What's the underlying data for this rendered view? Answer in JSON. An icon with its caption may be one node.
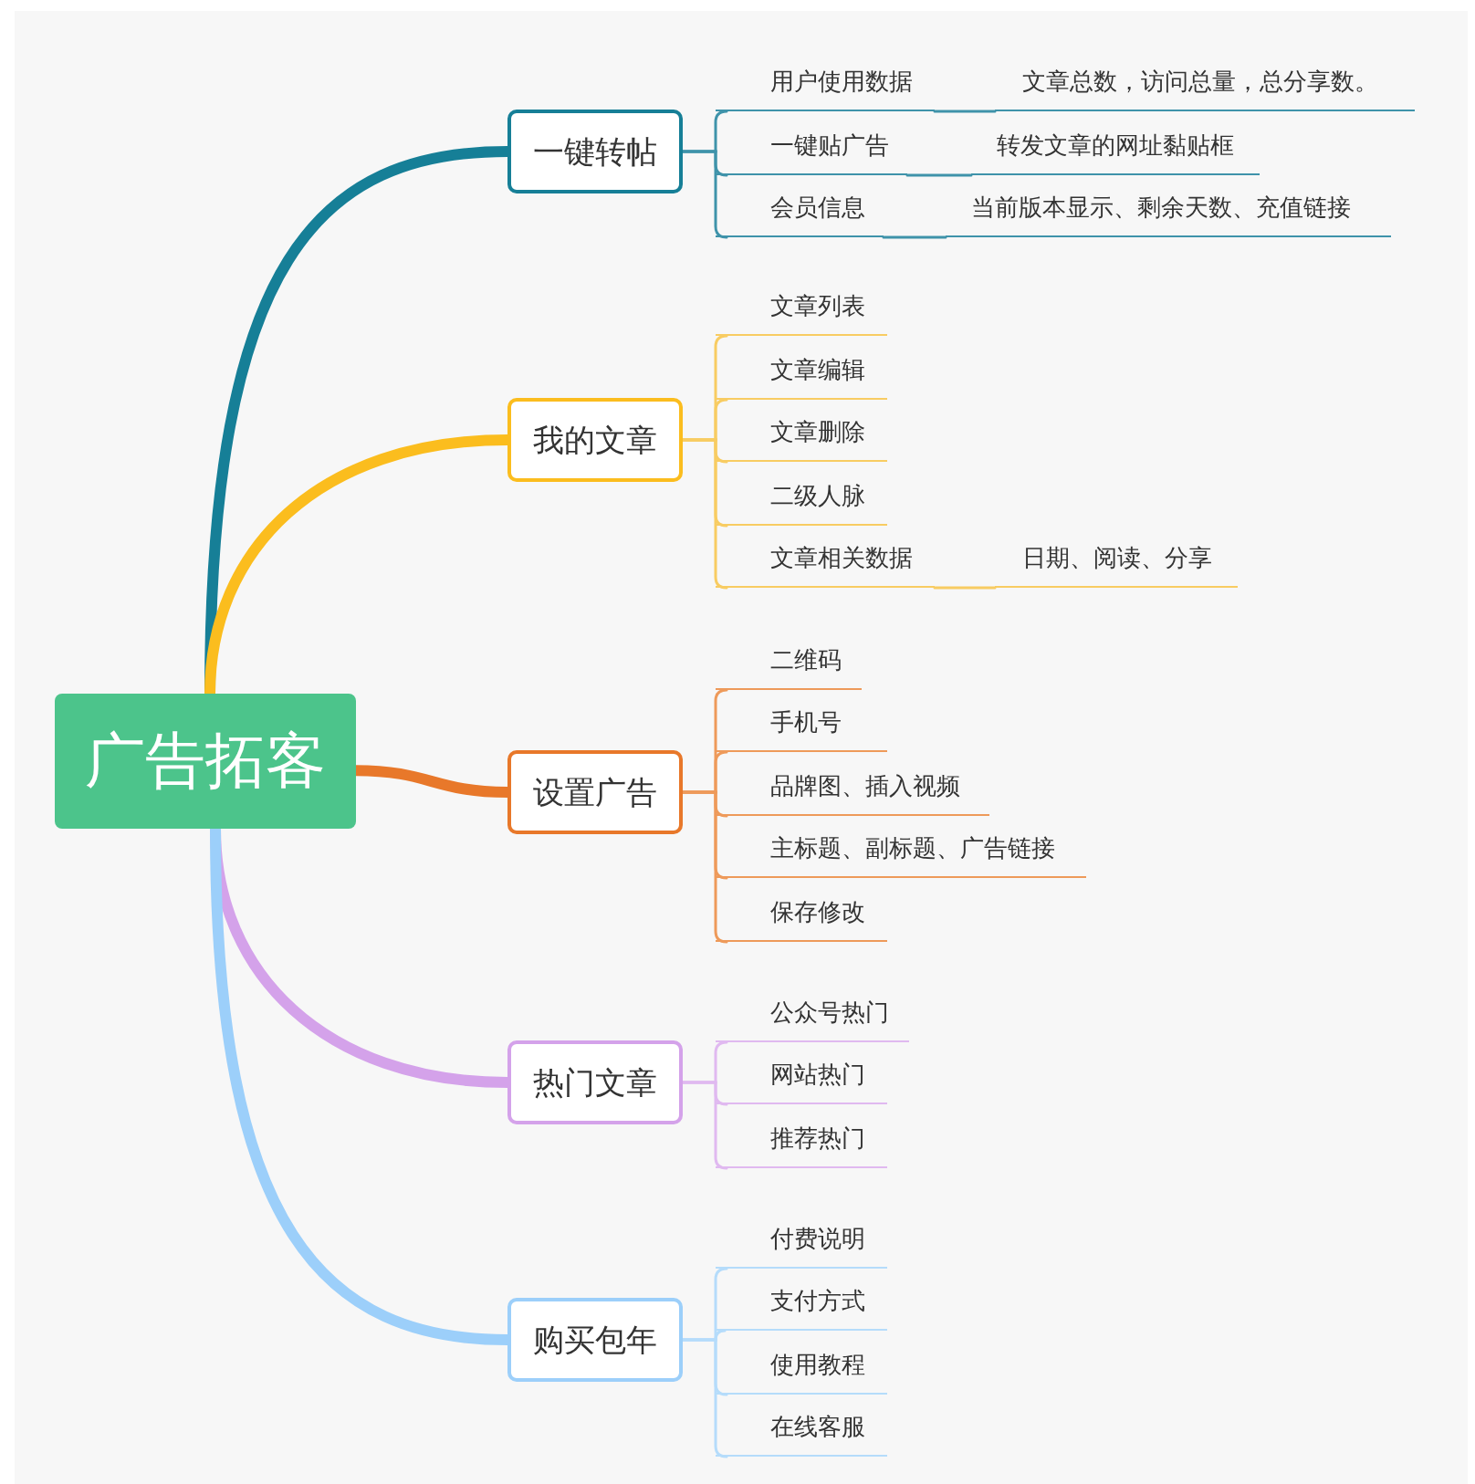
{
  "diagram": {
    "nodes": [
      {
        "text": [
          "广告拓客"
        ]
      },
      {
        "text": [
          "一键转帖"
        ]
      },
      {
        "text": [
          "用户使用数据"
        ]
      },
      {
        "text": [
          "文章总数，访问总量，总分享数。"
        ]
      },
      {
        "text": [
          "一键贴广告"
        ]
      },
      {
        "text": [
          "转发文章的网址黏贴框"
        ]
      },
      {
        "text": [
          "会员信息"
        ]
      },
      {
        "text": [
          "当前版本显示、剩余天数、充值链接"
        ]
      },
      {
        "text": [
          "我的文章"
        ]
      },
      {
        "text": [
          "文章列表"
        ]
      },
      {
        "text": [
          "文章编辑"
        ]
      },
      {
        "text": [
          "文章删除"
        ]
      },
      {
        "text": [
          "二级人脉"
        ]
      },
      {
        "text": [
          "文章相关数据"
        ]
      },
      {
        "text": [
          "日期、阅读、分享"
        ]
      },
      {
        "text": [
          "设置广告"
        ]
      },
      {
        "text": [
          "二维码"
        ]
      },
      {
        "text": [
          "手机号"
        ]
      },
      {
        "text": [
          "品牌图、插入视频"
        ]
      },
      {
        "text": [
          "主标题、副标题、广告链接"
        ]
      },
      {
        "text": [
          "保存修改"
        ]
      },
      {
        "text": [
          "热门文章"
        ]
      },
      {
        "text": [
          "公众号热门"
        ]
      },
      {
        "text": [
          "网站热门"
        ]
      },
      {
        "text": [
          "推荐热门"
        ]
      },
      {
        "text": [
          "购买包年"
        ]
      },
      {
        "text": [
          "付费说明"
        ]
      },
      {
        "text": [
          "支付方式"
        ]
      },
      {
        "text": [
          "使用教程"
        ]
      },
      {
        "text": [
          "在线客服"
        ]
      }
    ],
    "edges": [
      {
        "from": 0,
        "to": 1,
        "arrow": "none",
        "style": "thick",
        "color": "#167f97"
      },
      {
        "from": 0,
        "to": 8,
        "arrow": "none",
        "style": "thick",
        "color": "#fbbd1e"
      },
      {
        "from": 0,
        "to": 15,
        "arrow": "none",
        "style": "thick",
        "color": "#e8782a"
      },
      {
        "from": 0,
        "to": 21,
        "arrow": "none",
        "style": "thick",
        "color": "#d4a2ea"
      },
      {
        "from": 0,
        "to": 25,
        "arrow": "none",
        "style": "thick",
        "color": "#9ccffa"
      },
      {
        "from": 1,
        "to": 2,
        "arrow": "none",
        "color": "#3f93aa"
      },
      {
        "from": 2,
        "to": 3,
        "arrow": "none",
        "color": "#3f93aa"
      },
      {
        "from": 1,
        "to": 4,
        "arrow": "none",
        "color": "#3f93aa"
      },
      {
        "from": 4,
        "to": 5,
        "arrow": "none",
        "color": "#3f93aa"
      },
      {
        "from": 1,
        "to": 6,
        "arrow": "none",
        "color": "#3f93aa"
      },
      {
        "from": 6,
        "to": 7,
        "arrow": "none",
        "color": "#3f93aa"
      },
      {
        "from": 8,
        "to": 9,
        "arrow": "none",
        "color": "#f8cc62"
      },
      {
        "from": 8,
        "to": 10,
        "arrow": "none",
        "color": "#f8cc62"
      },
      {
        "from": 8,
        "to": 11,
        "arrow": "none",
        "color": "#f8cc62"
      },
      {
        "from": 8,
        "to": 12,
        "arrow": "none",
        "color": "#f8cc62"
      },
      {
        "from": 8,
        "to": 13,
        "arrow": "none",
        "color": "#f8cc62"
      },
      {
        "from": 13,
        "to": 14,
        "arrow": "none",
        "color": "#f8cc62"
      },
      {
        "from": 15,
        "to": 16,
        "arrow": "none",
        "color": "#ee9a5a"
      },
      {
        "from": 15,
        "to": 17,
        "arrow": "none",
        "color": "#ee9a5a"
      },
      {
        "from": 15,
        "to": 18,
        "arrow": "none",
        "color": "#ee9a5a"
      },
      {
        "from": 15,
        "to": 19,
        "arrow": "none",
        "color": "#ee9a5a"
      },
      {
        "from": 15,
        "to": 20,
        "arrow": "none",
        "color": "#ee9a5a"
      },
      {
        "from": 21,
        "to": 22,
        "arrow": "none",
        "color": "#e0b9f0"
      },
      {
        "from": 21,
        "to": 23,
        "arrow": "none",
        "color": "#e0b9f0"
      },
      {
        "from": 21,
        "to": 24,
        "arrow": "none",
        "color": "#e0b9f0"
      },
      {
        "from": 25,
        "to": 26,
        "arrow": "none",
        "color": "#b5dcfb"
      },
      {
        "from": 25,
        "to": 27,
        "arrow": "none",
        "color": "#b5dcfb"
      },
      {
        "from": 25,
        "to": 28,
        "arrow": "none",
        "color": "#b5dcfb"
      },
      {
        "from": 25,
        "to": 29,
        "arrow": "none",
        "color": "#b5dcfb"
      }
    ]
  }
}
